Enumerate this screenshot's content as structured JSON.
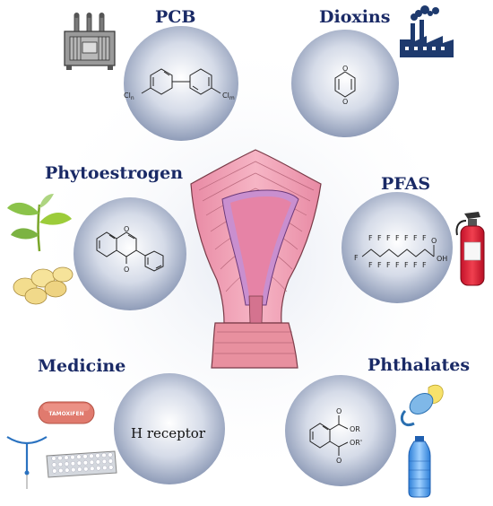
{
  "labels": {
    "pcb": "PCB",
    "dioxins": "Dioxins",
    "phytoestrogen": "Phytoestrogen",
    "pfas": "PFAS",
    "medicine": "Medicine",
    "phthalates": "Phthalates"
  },
  "medicine_circle_text": "H receptor",
  "pill_text": "TAMOXIFEN",
  "chem_labels": {
    "pcb_left": "Cl",
    "pcb_left_sub": "n",
    "pcb_right": "Cl",
    "pcb_right_sub": "m",
    "dioxin_o1": "O",
    "dioxin_o2": "O",
    "isoflavone_o1": "O",
    "isoflavone_o2": "O",
    "pfas_f": "F",
    "pfas_acid": "OH",
    "pfas_acid_o": "O",
    "phthalate_or1": "OR",
    "phthalate_or2": "OR'",
    "phthalate_o1": "O",
    "phthalate_o2": "O"
  },
  "colors": {
    "label": "#1a2a66",
    "circle_center": "#ffffff",
    "circle_edge": "#8f9cb8",
    "uterus_outer": "#f0a0b4",
    "uterus_inner": "#c98fcf",
    "uterus_cavity": "#e683a6"
  },
  "icons": [
    "transformer-icon",
    "factory-icon",
    "plant-icon",
    "soybeans-icon",
    "fire-extinguisher-icon",
    "pill-icon",
    "iud-icon",
    "blister-pack-icon",
    "pacifier-icon",
    "water-bottle-icon"
  ]
}
